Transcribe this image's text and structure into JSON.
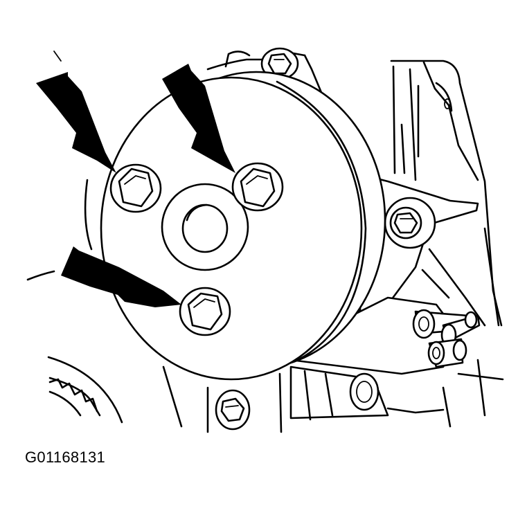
{
  "figure": {
    "caption": "G01168131",
    "colors": {
      "ink": "#000000",
      "background": "#ffffff"
    },
    "callout_arrow_count": 3,
    "bolt_count": 3
  }
}
